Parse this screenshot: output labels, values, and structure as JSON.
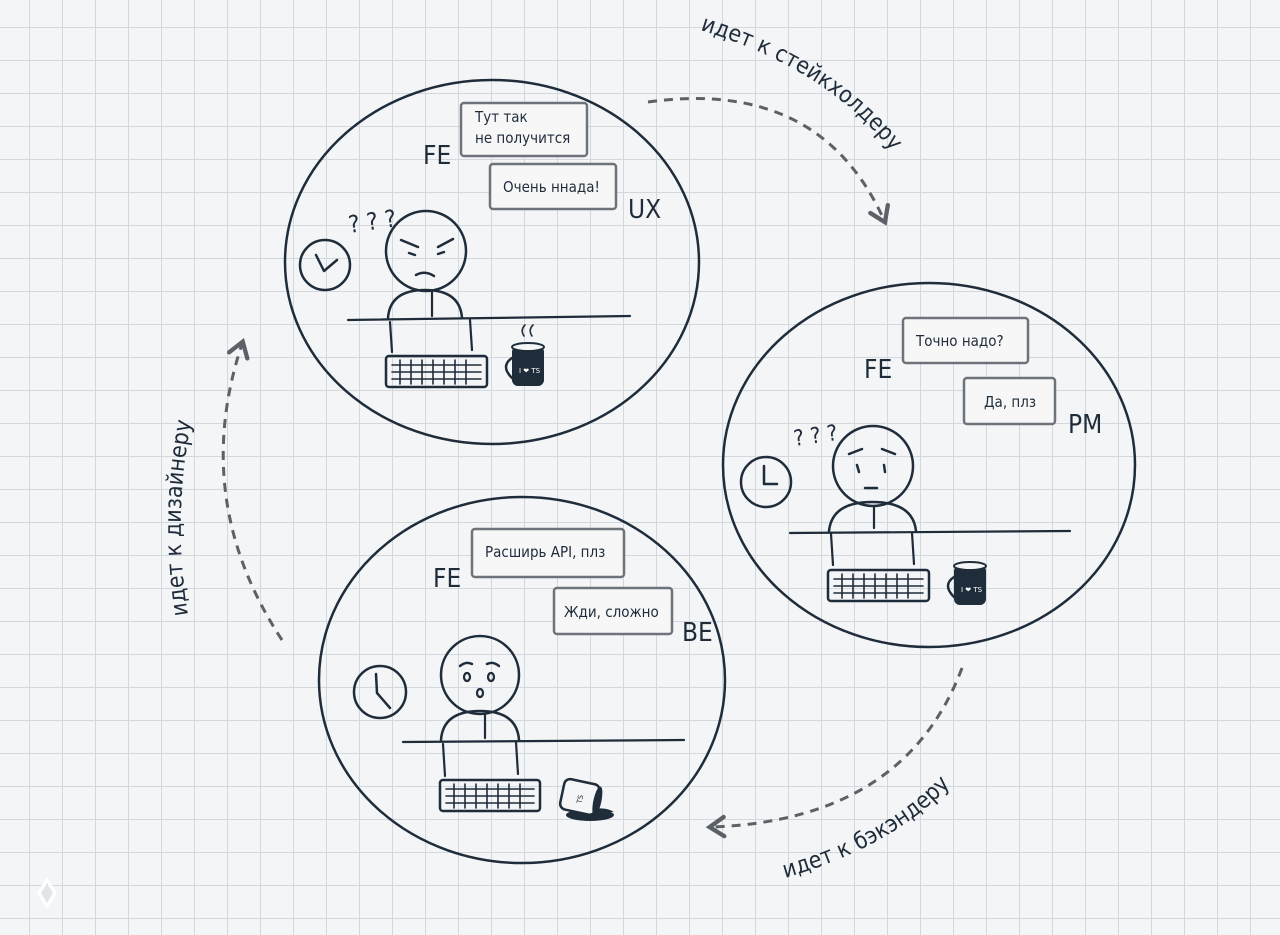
{
  "scenes": {
    "design": {
      "speaker_a": "FE",
      "speaker_b": "UX",
      "bubble_a_line1": "Тут так",
      "bubble_a_line2": "не получится",
      "bubble_b": "Очень ннада!",
      "thought": "? ? ?",
      "mug_label": "I ❤ TS"
    },
    "stakeholder": {
      "speaker_a": "FE",
      "speaker_b": "PM",
      "bubble_a": "Точно надо?",
      "bubble_b": "Да, плз",
      "thought": "? ? ?",
      "mug_label": "I ❤ TS"
    },
    "backend": {
      "speaker_a": "FE",
      "speaker_b": "BE",
      "bubble_a": "Расширь API, плз",
      "bubble_b": "Жди, сложно",
      "mug_label": "TS"
    }
  },
  "transitions": {
    "to_stakeholder": "идет к стейкхолдеру",
    "to_backend": "идет к бэкэндеру",
    "to_designer": "идет к дизайнеру"
  },
  "colors": {
    "ink": "#1f2c3a",
    "bubble_border": "#6d737b",
    "arrow": "#5c6168",
    "grid": "#d3d7de"
  }
}
